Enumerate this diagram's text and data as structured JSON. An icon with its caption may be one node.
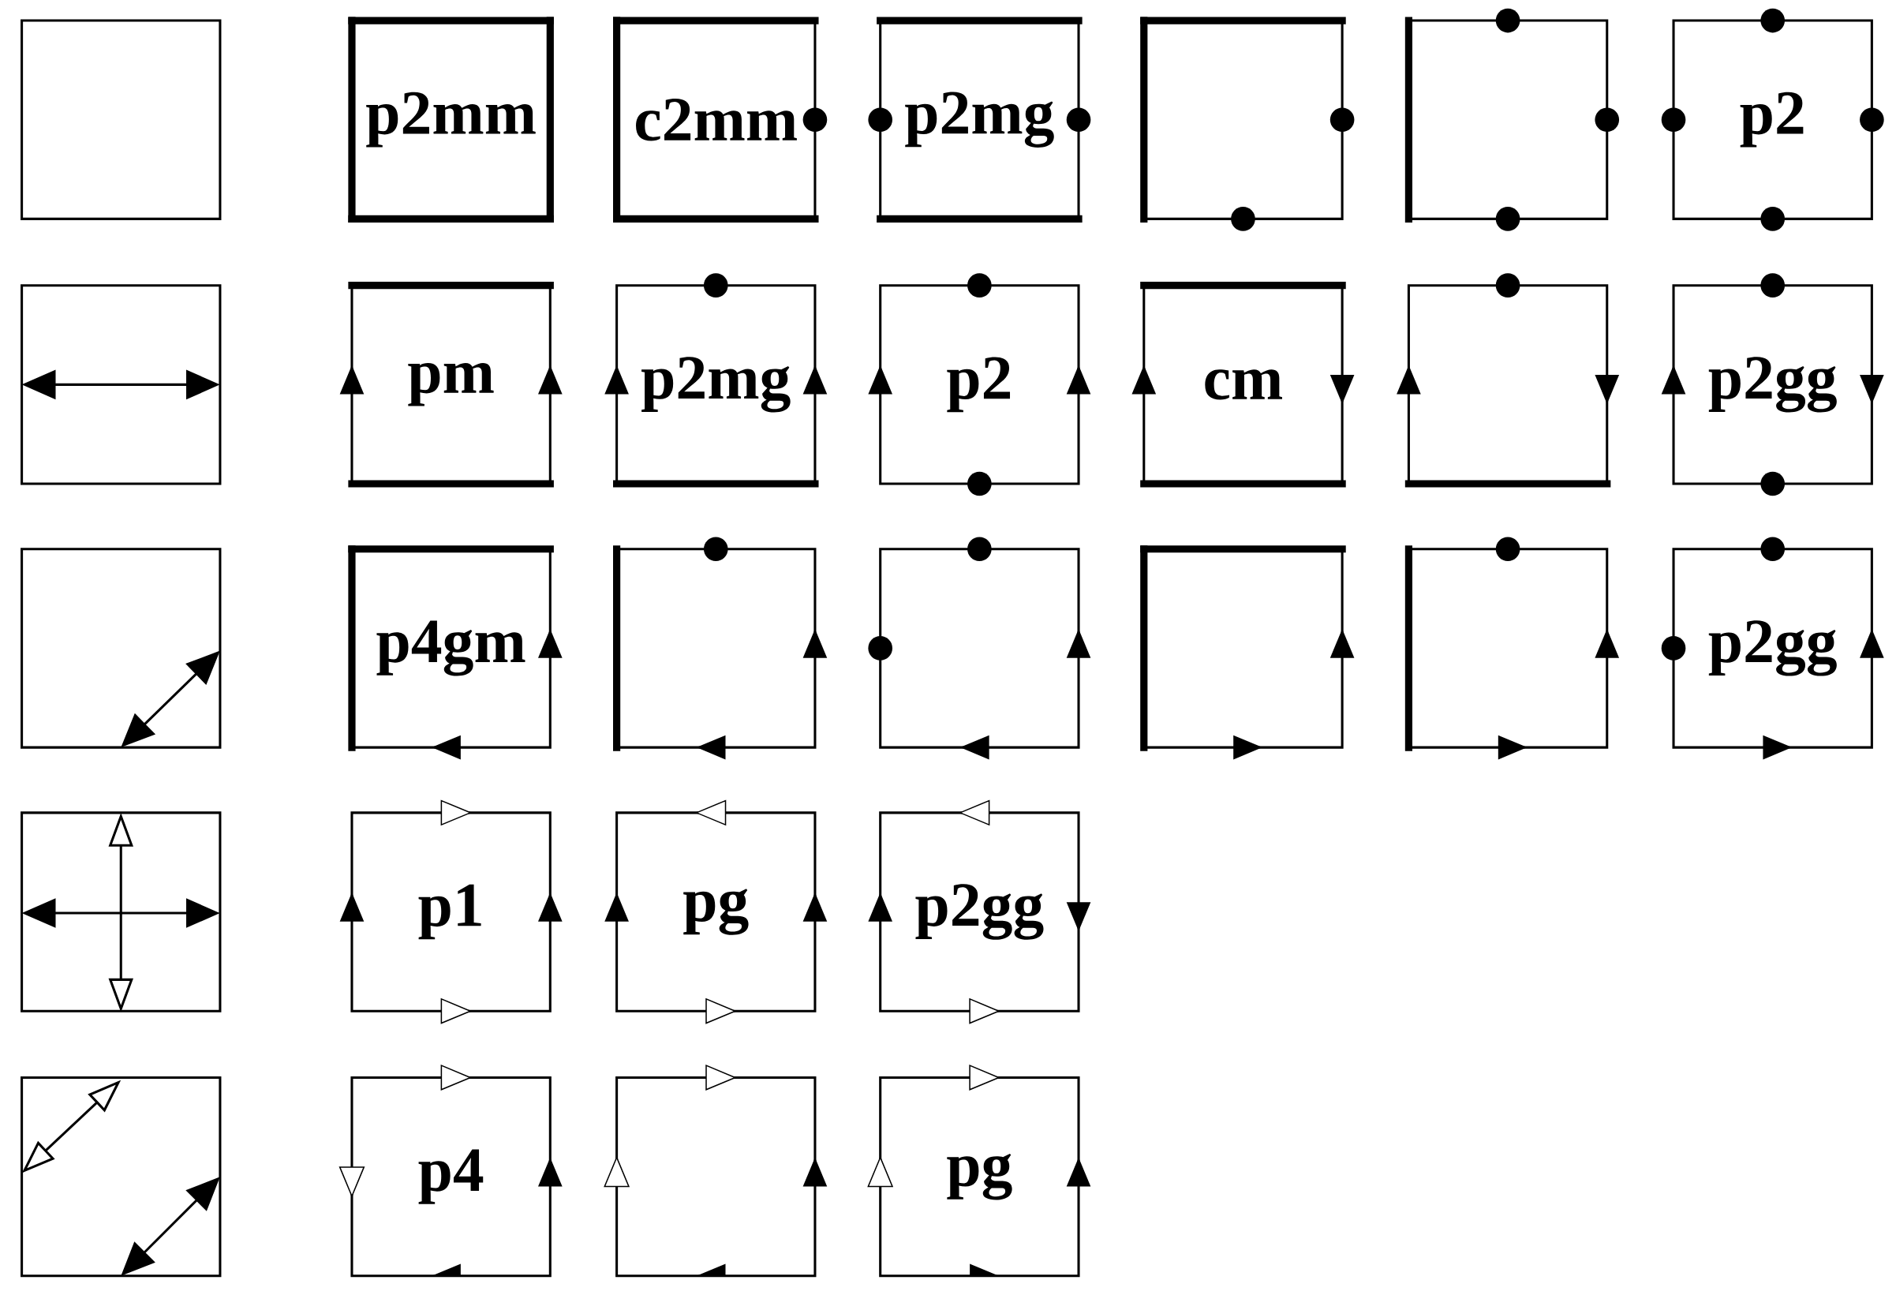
{
  "diagram": {
    "nodes": [
      {
        "text": [],
        "shape": "box"
      },
      {
        "text": [
          "p2mm"
        ]
      },
      {
        "text": [
          "c2mm"
        ]
      },
      {
        "text": [
          "p2mg"
        ]
      },
      {
        "text": [],
        "shape": "box"
      },
      {
        "text": [],
        "shape": "box"
      },
      {
        "text": [
          "p2"
        ]
      },
      {
        "text": [],
        "shape": "box"
      },
      {
        "text": [
          "pm"
        ]
      },
      {
        "text": [
          "p2mg"
        ]
      },
      {
        "text": [
          "p2"
        ]
      },
      {
        "text": [
          "cm"
        ]
      },
      {
        "text": [],
        "shape": "box"
      },
      {
        "text": [
          "p2gg"
        ]
      },
      {
        "text": [],
        "shape": "box"
      },
      {
        "text": [
          "p4gm"
        ]
      },
      {
        "text": [],
        "shape": "box"
      },
      {
        "text": [],
        "shape": "box"
      },
      {
        "text": [],
        "shape": "box"
      },
      {
        "text": [],
        "shape": "box"
      },
      {
        "text": [
          "p2gg"
        ]
      },
      {
        "text": [],
        "shape": "box"
      },
      {
        "text": [
          "p1"
        ]
      },
      {
        "text": [
          "pg"
        ]
      },
      {
        "text": [
          "p2gg"
        ]
      },
      {
        "text": [],
        "shape": "box"
      },
      {
        "text": [
          "p4"
        ]
      },
      {
        "text": [],
        "shape": "box"
      },
      {
        "text": [
          "pg"
        ]
      }
    ]
  }
}
